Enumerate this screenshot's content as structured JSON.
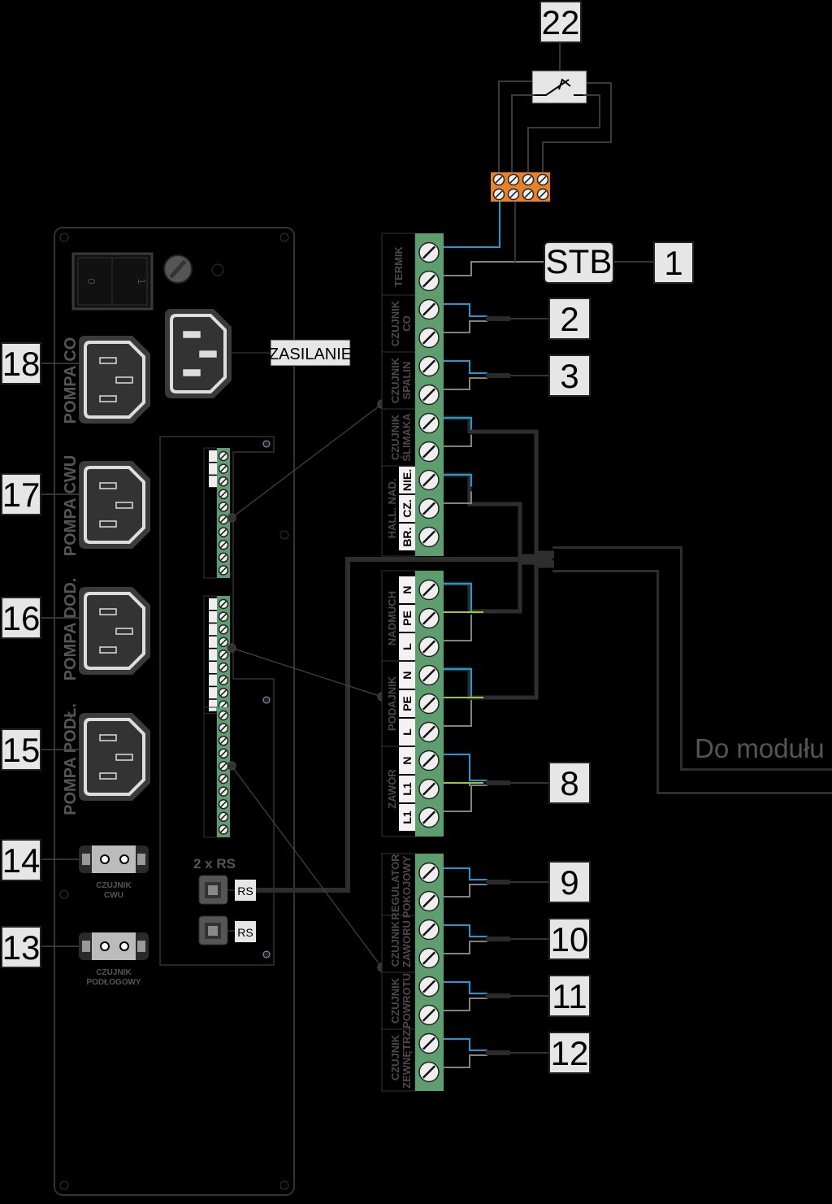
{
  "callouts": {
    "n22": "22",
    "stb": "STB",
    "n1": "1",
    "n2": "2",
    "n3": "3",
    "n8": "8",
    "n9": "9",
    "n10": "10",
    "n11": "11",
    "n12": "12",
    "n18": "18",
    "n17": "17",
    "n16": "16",
    "n15": "15",
    "n14": "14",
    "n13": "13",
    "zasilanie": "ZASILANIE"
  },
  "switch": {
    "off": "0",
    "on": "1"
  },
  "pumps": [
    {
      "label": "POMPA CO"
    },
    {
      "label": "POMPA CWU"
    },
    {
      "label": "POMPA DOD."
    },
    {
      "label": "POMPA PODŁ."
    }
  ],
  "sensors": {
    "cwu": [
      "CZUJNIK",
      "CWU"
    ],
    "podl": [
      "CZUJNIK",
      "PODŁOGOWY"
    ]
  },
  "rs": {
    "title": "2 x RS",
    "port1": "RS",
    "port2": "RS"
  },
  "cable_label": "Do modułu",
  "blocks": [
    {
      "groups": [
        {
          "lines": [
            "TERMIK"
          ],
          "n": 2
        },
        {
          "lines": [
            "CZUJNIK",
            "CO"
          ],
          "n": 2
        },
        {
          "lines": [
            "CZUJNIK",
            "SPALIN"
          ],
          "n": 2
        },
        {
          "lines": [
            "CZUJNIK",
            "ŚLIMAKA"
          ],
          "n": 2
        },
        {
          "lines": [
            "HALL. NAD."
          ],
          "n": 3,
          "subs": [
            "NIE.",
            "CZ.",
            "BR."
          ]
        }
      ]
    },
    {
      "groups": [
        {
          "lines": [
            "NADMUCH"
          ],
          "n": 3,
          "subs": [
            "N",
            "PE",
            "L"
          ]
        },
        {
          "lines": [
            "PODAJNIK"
          ],
          "n": 3,
          "subs": [
            "N",
            "PE",
            "L"
          ]
        },
        {
          "lines": [
            "ZAWÓR"
          ],
          "n": 3,
          "subs": [
            "N",
            "L1",
            "L1"
          ]
        }
      ]
    },
    {
      "groups": [
        {
          "lines": [
            "REGULATOR",
            "POKOJOWY"
          ],
          "n": 2
        },
        {
          "lines": [
            "CZUJNIK",
            "ZAWORU"
          ],
          "n": 2
        },
        {
          "lines": [
            "CZUJNIK",
            "POWROTU"
          ],
          "n": 2
        },
        {
          "lines": [
            "CZUJNIK",
            "ZEWNĘTRZ."
          ],
          "n": 2
        }
      ]
    }
  ],
  "colors": {
    "terminal_green": "#5e9e6e",
    "orange": "#e8822a",
    "wire_blue": "#1a9ad6",
    "wire_gray": "#8a8078",
    "callout_fill": "#e6e6e6"
  }
}
